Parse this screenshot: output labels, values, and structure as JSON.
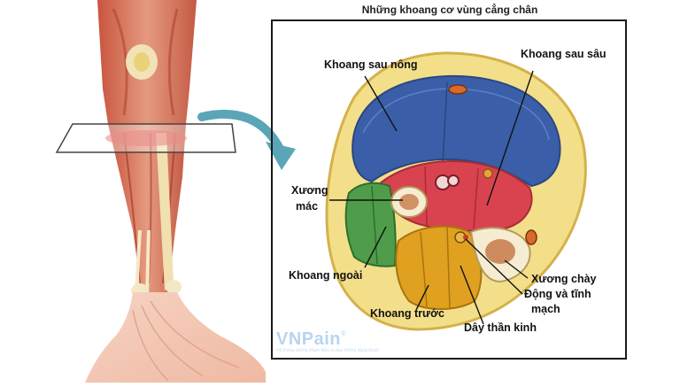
{
  "title": "Những khoang cơ vùng cẳng chân",
  "labels": {
    "khoang_sau_nong": "Khoang sau nông",
    "khoang_sau_sau": "Khoang sau sâu",
    "xuong_mac_1": "Xương",
    "xuong_mac_2": "mác",
    "khoang_ngoai": "Khoang ngoài",
    "khoang_truoc": "Khoang trước",
    "day_than_kinh": "Dây thần kinh",
    "xuong_chay": "Xương chày",
    "dong_tinh_mach_1": "Động và tĩnh",
    "dong_tinh_mach_2": "mạch"
  },
  "watermark": {
    "brand": "VNPain",
    "reg": "®",
    "tagline": "Hệ thống phòng khám điều trị đau không dùng thuốc"
  },
  "colors": {
    "posterior_superficial": "#3a5fa8",
    "posterior_deep": "#d9434f",
    "lateral": "#4f9d4a",
    "anterior": "#e0a020",
    "fat": "#f3df8a",
    "skin_muscle": "#e8a08a",
    "arrow": "#5aa6b8"
  }
}
